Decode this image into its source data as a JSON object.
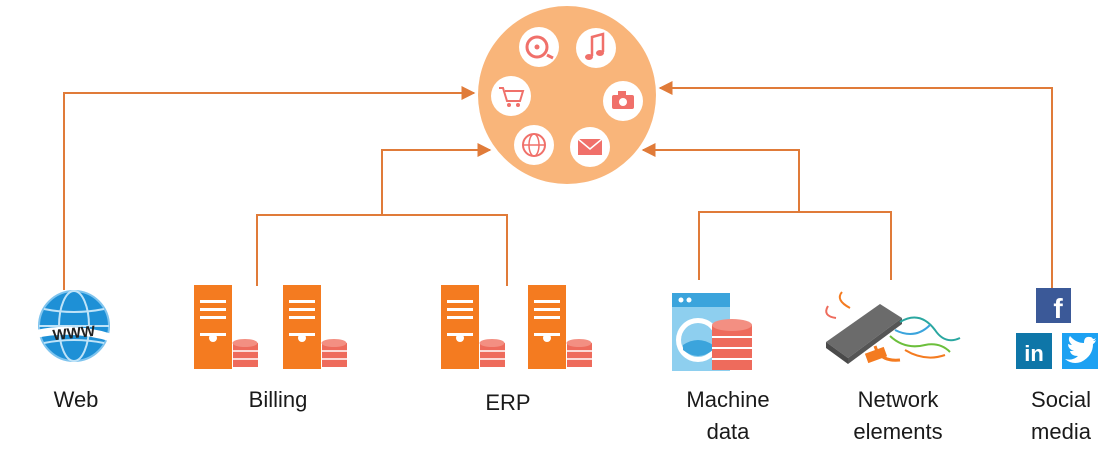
{
  "colors": {
    "connector": "#e07b39",
    "hub": "#f9b57a",
    "hub_icon_bg": "#ffffff",
    "hub_icon": "#f0706a",
    "server": "#f47b20",
    "database": "#ee6b5c",
    "globe": "#1e90d6",
    "facebook": "#3b5998",
    "linkedin": "#0e76a8",
    "twitter": "#1da1f2"
  },
  "hub": {
    "icons": [
      "film-reel-icon",
      "music-note-icon",
      "camera-icon",
      "mail-icon",
      "globe-icon",
      "shopping-cart-icon"
    ]
  },
  "sources": [
    {
      "id": "web",
      "label_lines": [
        "Web"
      ],
      "icon": "globe-www-icon"
    },
    {
      "id": "billing",
      "label_lines": [
        "Billing"
      ],
      "icon": "server-database-icon"
    },
    {
      "id": "erp",
      "label_lines": [
        "ERP"
      ],
      "icon": "server-database-icon"
    },
    {
      "id": "machine-data",
      "label_lines": [
        "Machine",
        "data"
      ],
      "icon": "washing-machine-database-icon"
    },
    {
      "id": "network-elements",
      "label_lines": [
        "Network",
        "elements"
      ],
      "icon": "network-switch-icon"
    },
    {
      "id": "social-media",
      "label_lines": [
        "Social",
        "media"
      ],
      "icon": "social-media-icons",
      "social": {
        "facebook": "f",
        "linkedin": "in"
      }
    }
  ]
}
